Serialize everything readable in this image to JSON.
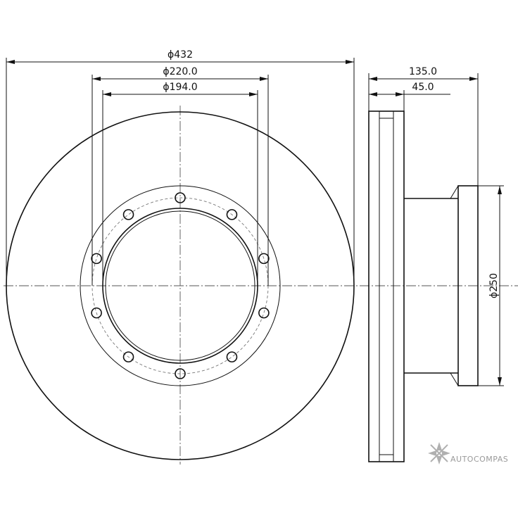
{
  "dimensions": {
    "outer_diameter": "ϕ432",
    "pitch_diameter": "ϕ220.0",
    "center_bore": "ϕ194.0",
    "overall_height": "135.0",
    "disc_thickness": "45.0",
    "hub_diameter": "ϕ250"
  },
  "bolt_holes": {
    "count": 10
  },
  "watermark": {
    "text": "AUTOCOMPAS",
    "icon": "autocompas-logo-icon",
    "color": "#9a9a9a"
  },
  "colors": {
    "line": "#111111",
    "background": "#ffffff"
  }
}
